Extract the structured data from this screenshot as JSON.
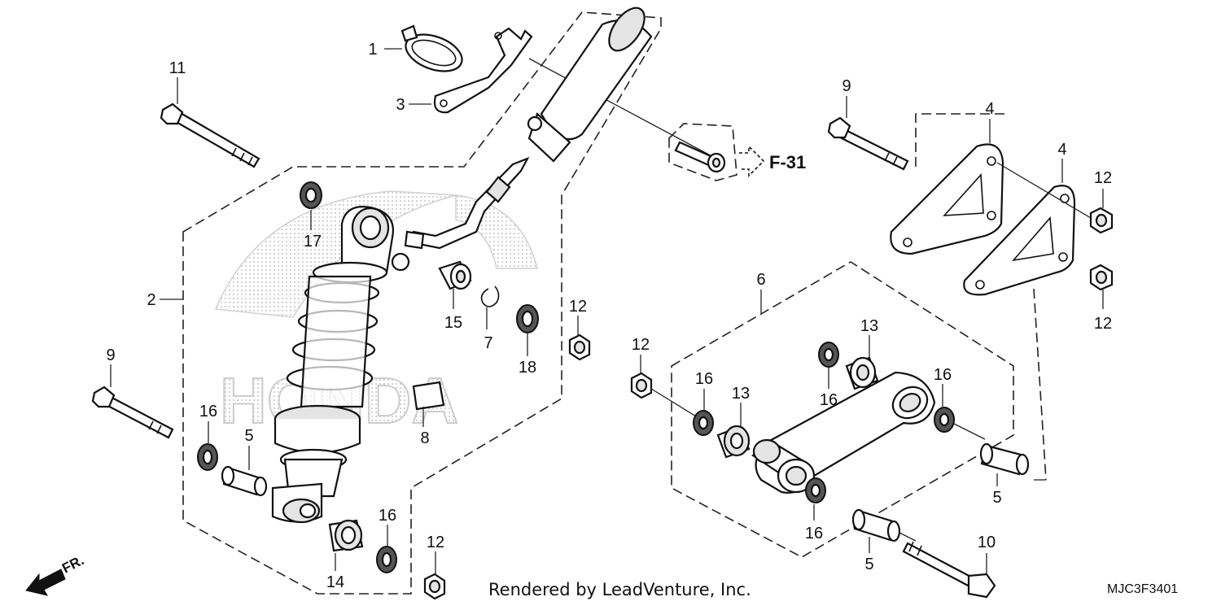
{
  "callouts": {
    "c1": "1",
    "c2": "2",
    "c3": "3",
    "c4a": "4",
    "c4b": "4",
    "c5a": "5",
    "c5b": "5",
    "c5c": "5",
    "c6": "6",
    "c7": "7",
    "c8": "8",
    "c9a": "9",
    "c9b": "9",
    "c10": "10",
    "c11": "11",
    "c12a": "12",
    "c12b": "12",
    "c12c": "12",
    "c12d": "12",
    "c12e": "12",
    "c13a": "13",
    "c13b": "13",
    "c14": "14",
    "c15": "15",
    "c16a": "16",
    "c16b": "16",
    "c16c": "16",
    "c16d": "16",
    "c16e": "16",
    "c16f": "16",
    "c17": "17",
    "c18": "18"
  },
  "reference": "F-31",
  "credit": "Rendered by LeadVenture, Inc.",
  "diagram_code": "MJC3F3401",
  "direction_label": "FR.",
  "watermark": {
    "text": "HONDA",
    "color": "#d0d0d0"
  }
}
